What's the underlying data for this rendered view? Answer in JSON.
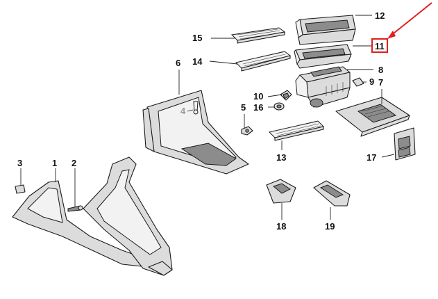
{
  "callouts": [
    {
      "id": "c1",
      "label": "1"
    },
    {
      "id": "c2",
      "label": "2"
    },
    {
      "id": "c3",
      "label": "3"
    },
    {
      "id": "c4",
      "label": "4"
    },
    {
      "id": "c5",
      "label": "5"
    },
    {
      "id": "c6",
      "label": "6"
    },
    {
      "id": "c7",
      "label": "7"
    },
    {
      "id": "c8",
      "label": "8"
    },
    {
      "id": "c9",
      "label": "9"
    },
    {
      "id": "c10",
      "label": "10"
    },
    {
      "id": "c11",
      "label": "11"
    },
    {
      "id": "c12",
      "label": "12"
    },
    {
      "id": "c13",
      "label": "13"
    },
    {
      "id": "c14",
      "label": "14"
    },
    {
      "id": "c15",
      "label": "15"
    },
    {
      "id": "c16",
      "label": "16"
    },
    {
      "id": "c17",
      "label": "17"
    },
    {
      "id": "c18",
      "label": "18"
    },
    {
      "id": "c19",
      "label": "19"
    }
  ],
  "highlight": {
    "callout": "11",
    "box_color": "#e02020",
    "arrow_color": "#e02020"
  },
  "colors": {
    "line": "#1a1a1a",
    "fill": "#dcdcdc",
    "dark": "#8c8c8c",
    "muted_label": "#9a9a9a"
  }
}
